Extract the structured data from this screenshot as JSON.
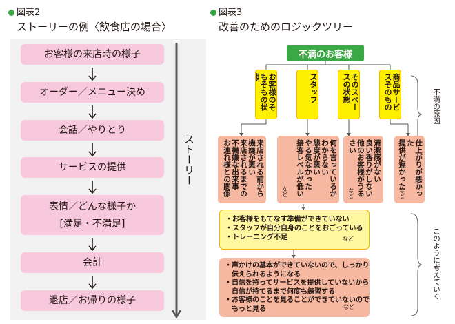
{
  "fig2": {
    "label": "図表2",
    "title": "ストーリーの例〈飲食店の場合〉",
    "steps": [
      [
        "お客様の来店時の様子"
      ],
      [
        "オーダー／メニュー決め"
      ],
      [
        "会話／やりとり"
      ],
      [
        "サービスの提供"
      ],
      [
        "表情／どんな様子か",
        "[満足・不満足]"
      ],
      [
        "会計"
      ],
      [
        "退店／お帰りの様子"
      ]
    ],
    "story_label": "ストーリー"
  },
  "fig3": {
    "label": "図表3",
    "title": "改善のためのロジックツリー",
    "root": "不満のお客様",
    "categories": [
      "お客様のそもそもの状態",
      "スタッフ",
      "そのスペースの状態",
      "商品サービスそのもの"
    ],
    "causes": [
      [
        "来店される前から機嫌が悪い",
        "来店されるまでの不機嫌な出来事",
        "お連れ様との関係"
      ],
      [
        "何を言っているかわからない",
        "態度が悪い",
        "やる気なかった",
        "接客レベルが低い"
      ],
      [
        "清潔感がない",
        "良い香りがしない",
        "他のお客様がうるさい"
      ],
      [
        "仕上がりが悪かった",
        "提供が遅かった"
      ]
    ],
    "etc": "など",
    "right_label_top": "不満の原因",
    "right_label_bottom": "このように考えていく",
    "summary_yellow": [
      "・お客様をもてなす準備ができていない",
      "・スタッフが自分自身のことをおごっている",
      "・トレーニング不足"
    ],
    "summary_salmon": [
      "・声かけの基本ができていないので、しっかり",
      "　伝えられるようになる",
      "・自信を持ってサービスを提供していないから",
      "　自信が持てるまで何度も練習する",
      "・お客様のことを見ることができていないので",
      "　もっと見る"
    ]
  },
  "colors": {
    "accent_green": "#3aa845",
    "step_pink": "#f8c8dc",
    "category_yellow": "#fff000",
    "cause_salmon": "#f6b8a0",
    "panel_gray": "#f2f2f2"
  }
}
